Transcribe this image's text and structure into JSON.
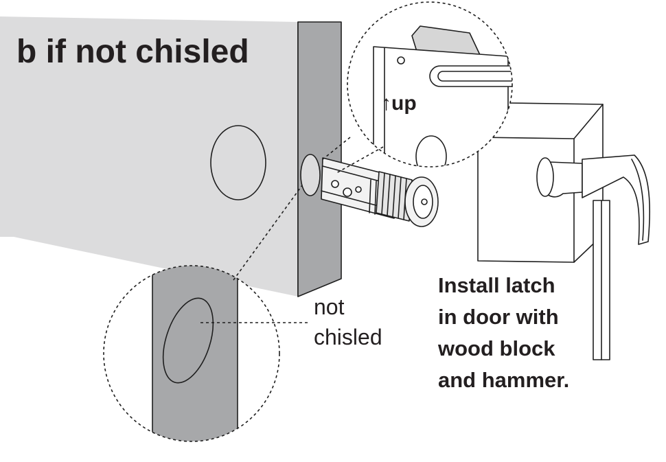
{
  "title": "b if not chisled",
  "callout": {
    "line1": "not",
    "line2": "chisled"
  },
  "detail_label": "↑up",
  "instruction": {
    "line1": "Install latch",
    "line2": "in door with",
    "line3": "wood block",
    "line4": "and hammer."
  },
  "colors": {
    "door_face": "#dcdcdd",
    "door_edge": "#a7a8aa",
    "outline": "#1e1e1e",
    "text": "#231f20"
  }
}
